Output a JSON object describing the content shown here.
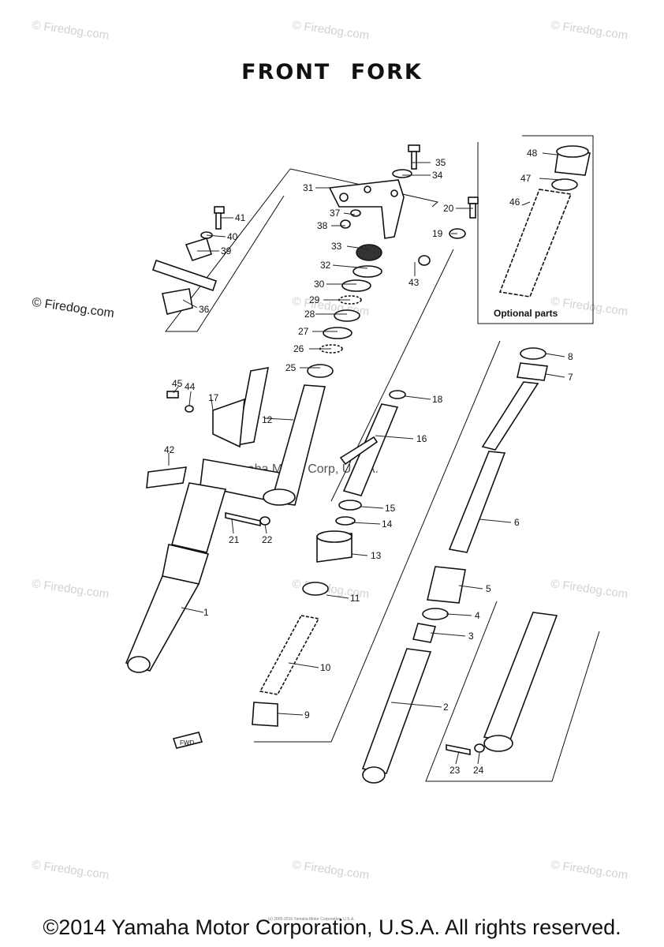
{
  "title": "FRONT FORK",
  "footer": "©2014 Yamaha Motor Corporation, U.S.A. All rights reserved.",
  "watermark": "© Firedog.com",
  "watermark_dark": "© Firedog.com",
  "mid_copyright": "Yamaha Motor Corp, U.S.A.",
  "tiny_copyright": "(c) 2005-2016 Yamaha Motor Corporation, U.S.A.",
  "optional_parts_label": "Optional parts",
  "fwd_mark": "FWD",
  "colors": {
    "ink": "#111111",
    "watermark": "#d2d2d2"
  },
  "callouts": [
    "1",
    "2",
    "3",
    "4",
    "5",
    "6",
    "7",
    "8",
    "9",
    "10",
    "11",
    "12",
    "13",
    "14",
    "15",
    "16",
    "17",
    "18",
    "19",
    "20",
    "21",
    "22",
    "23",
    "24",
    "25",
    "26",
    "27",
    "28",
    "29",
    "30",
    "31",
    "32",
    "33",
    "34",
    "35",
    "36",
    "37",
    "38",
    "39",
    "40",
    "41",
    "42",
    "43",
    "44",
    "45",
    "46",
    "47",
    "48"
  ]
}
